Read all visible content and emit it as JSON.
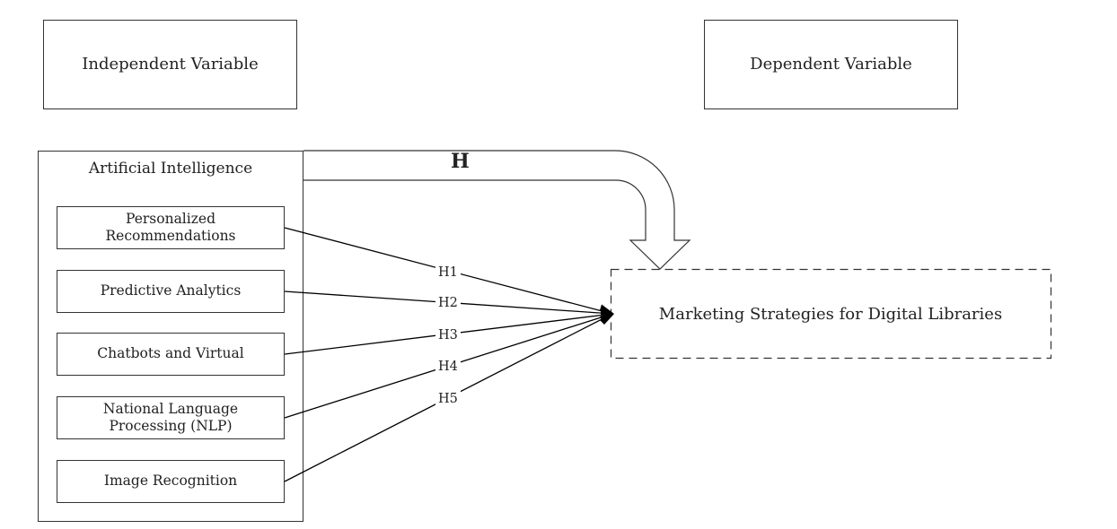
{
  "headers": {
    "independent": "Independent Variable",
    "dependent": "Dependent Variable"
  },
  "ai_group": {
    "title": "Artificial Intelligence",
    "items": [
      {
        "line1": "Personalized",
        "line2": "Recommendations"
      },
      {
        "line1": "Predictive Analytics",
        "line2": ""
      },
      {
        "line1": "Chatbots and Virtual",
        "line2": ""
      },
      {
        "line1": "National Language",
        "line2": "Processing (NLP)"
      },
      {
        "line1": "Image Recognition",
        "line2": ""
      }
    ]
  },
  "dependent_box": "Marketing Strategies for Digital Libraries",
  "hypotheses": {
    "main": "H",
    "h1": "H1",
    "h2": "H2",
    "h3": "H3",
    "h4": "H4",
    "h5": "H5"
  }
}
